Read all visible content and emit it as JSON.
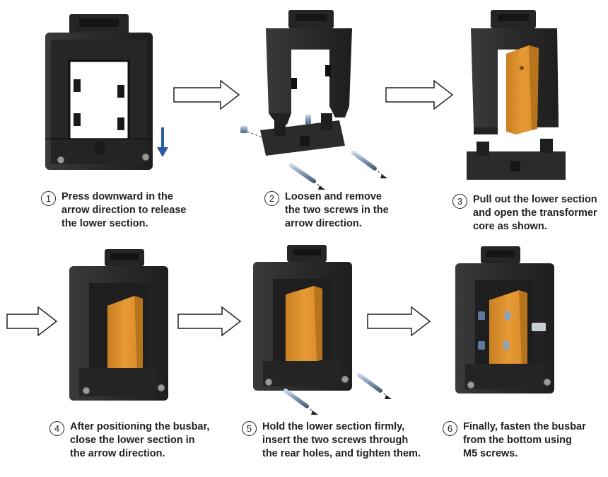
{
  "steps": [
    {
      "number": "1",
      "lines": [
        "Press downward in the",
        "arrow direction to release",
        "the lower section."
      ]
    },
    {
      "number": "2",
      "lines": [
        "Loosen and remove",
        "the two screws in the",
        "arrow direction."
      ]
    },
    {
      "number": "3",
      "lines": [
        "Pull out the lower section",
        "and open the transformer",
        "core as shown."
      ]
    },
    {
      "number": "4",
      "lines": [
        "After positioning the busbar,",
        "close the lower section in",
        "the arrow direction."
      ]
    },
    {
      "number": "5",
      "lines": [
        "Hold the lower section firmly,",
        "insert the two screws through",
        "the rear holes, and tighten them."
      ]
    },
    {
      "number": "6",
      "lines": [
        "Finally, fasten the busbar",
        "from the bottom using",
        "M5 screws."
      ]
    }
  ],
  "colors": {
    "housing": "#2b2b2b",
    "housing_dark": "#1c1c1c",
    "busbar": "#e0962f",
    "busbar_dark": "#b8741c",
    "press_arrow": "#2d5aa5",
    "screw": "#8aa3bf"
  }
}
